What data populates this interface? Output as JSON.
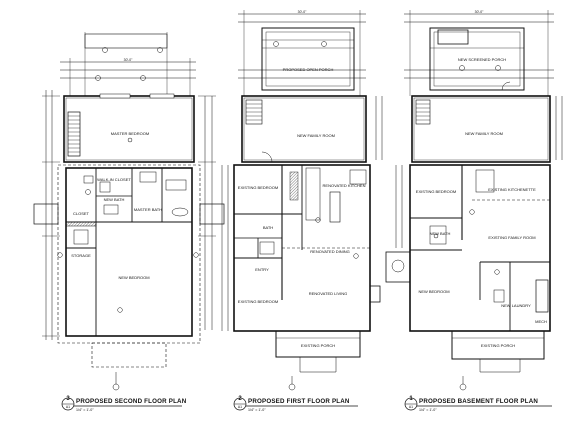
{
  "sheet": {
    "plans": [
      {
        "key": "second",
        "number": "3",
        "sheet_ref": "A1",
        "title": "PROPOSED SECOND FLOOR PLAN",
        "scale": "1/4\" = 1'-0\"",
        "overall_dim": "30'-0\"",
        "rooms": {
          "master_bedroom": "MASTER BEDROOM",
          "master_bath": "MASTER BATH",
          "new_bath": "NEW BATH",
          "new_bedroom": "NEW BEDROOM",
          "walk_in_closet": "WALK-IN CLOSET",
          "storage": "STORAGE",
          "closet": "CLOSET"
        }
      },
      {
        "key": "first",
        "number": "2",
        "sheet_ref": "A1",
        "title": "PROPOSED FIRST FLOOR PLAN",
        "scale": "1/4\" = 1'-0\"",
        "overall_dim": "30'-0\"",
        "rooms": {
          "proposed_porch": "PROPOSED OPEN PORCH",
          "family_room": "NEW FAMILY ROOM",
          "existing_bedroom_top": "EXISTING BEDROOM",
          "renovated_kitchen": "RENOVATED KITCHEN",
          "renovated_dining": "RENOVATED DINING",
          "renovated_living": "RENOVATED LIVING",
          "existing_bedroom_bottom": "EXISTING BEDROOM",
          "existing_porch": "EXISTING PORCH",
          "bath": "BATH",
          "entry": "ENTRY"
        }
      },
      {
        "key": "basement",
        "number": "1",
        "sheet_ref": "A1",
        "title": "PROPOSED BASEMENT FLOOR PLAN",
        "scale": "1/4\" = 1'-0\"",
        "overall_dim": "30'-0\"",
        "rooms": {
          "screened_porch": "NEW SCREENED PORCH",
          "family_room": "NEW FAMILY ROOM",
          "existing_bedroom": "EXISTING BEDROOM",
          "existing_kitchenette": "EXISTING KITCHENETTE",
          "existing_family_room": "EXISTING FAMILY ROOM",
          "new_bath": "NEW BATH",
          "new_bedroom": "NEW BEDROOM",
          "new_laundry": "NEW LAUNDRY",
          "existing_porch": "EXISTING PORCH",
          "mech": "MECH"
        }
      }
    ]
  }
}
